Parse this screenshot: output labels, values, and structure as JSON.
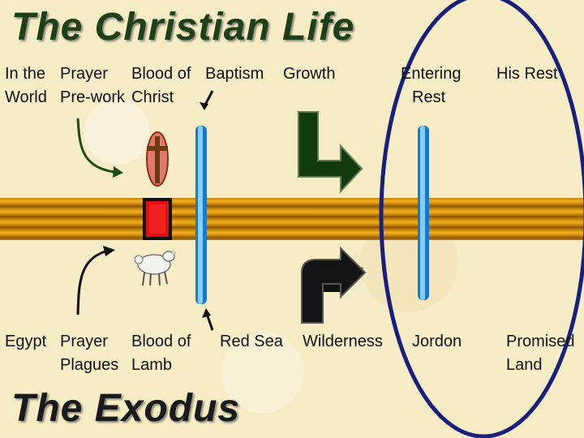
{
  "titles": {
    "top": "The Christian Life",
    "bottom": "The Exodus"
  },
  "top_labels": {
    "in_the": "In the",
    "world": "World",
    "prayer": "Prayer",
    "prework": "Pre-work",
    "blood_of": "Blood of",
    "christ": "Christ",
    "baptism": "Baptism",
    "growth": "Growth",
    "entering": "Entering",
    "rest": "Rest",
    "his_rest": "His Rest"
  },
  "bottom_labels": {
    "egypt": "Egypt",
    "prayer": "Prayer",
    "plagues": "Plagues",
    "blood_of": "Blood of",
    "lamb": "Lamb",
    "red_sea": "Red Sea",
    "wilderness": "Wilderness",
    "jordon": "Jordon",
    "promised": "Promised",
    "land": "Land"
  },
  "colors": {
    "title_green": "#1f3f17",
    "river_blue": "#4aa8e8",
    "ellipse_navy": "#1a1f7a",
    "stripe_gold": "#f0b21d",
    "door_red": "#e01010",
    "arrow_green": "#1f4a12",
    "arrow_black": "#111111"
  },
  "icons": [
    "cross-icon",
    "door-icon",
    "lamb-icon"
  ]
}
